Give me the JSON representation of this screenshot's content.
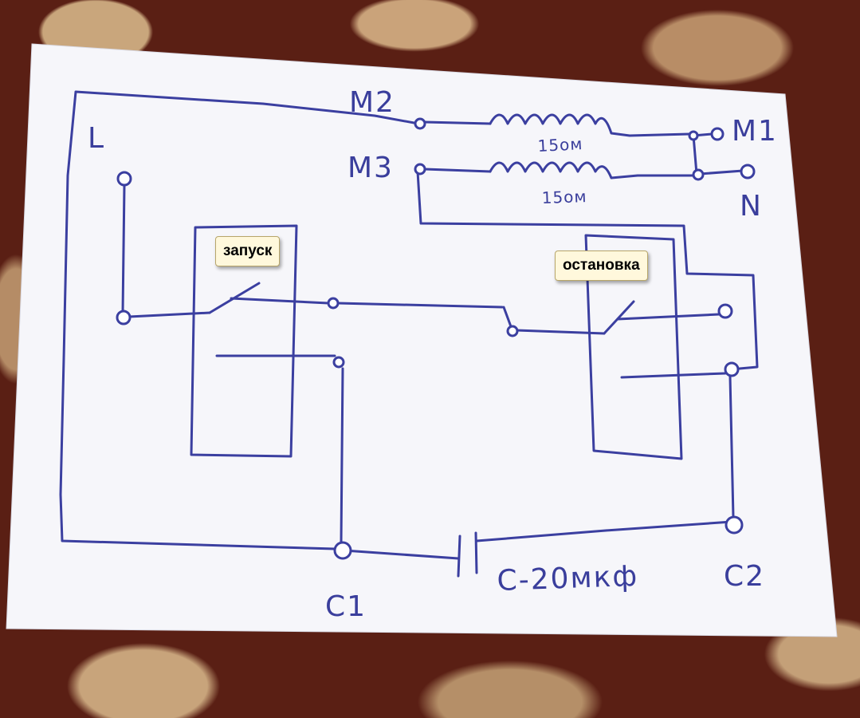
{
  "labels": {
    "L": "L",
    "M1": "M1",
    "M2": "M2",
    "M3": "M3",
    "N": "N",
    "C1": "C1",
    "C2": "C2",
    "capacitor": "C-20мкф",
    "winding_top": "15ом",
    "winding_bottom": "15ом"
  },
  "callouts": {
    "start_button": "запуск",
    "stop_button": "остановка"
  },
  "colors": {
    "ink": "#3b3fa0",
    "paper": "#f7f7fb",
    "callout_background": "#fff8dc"
  }
}
